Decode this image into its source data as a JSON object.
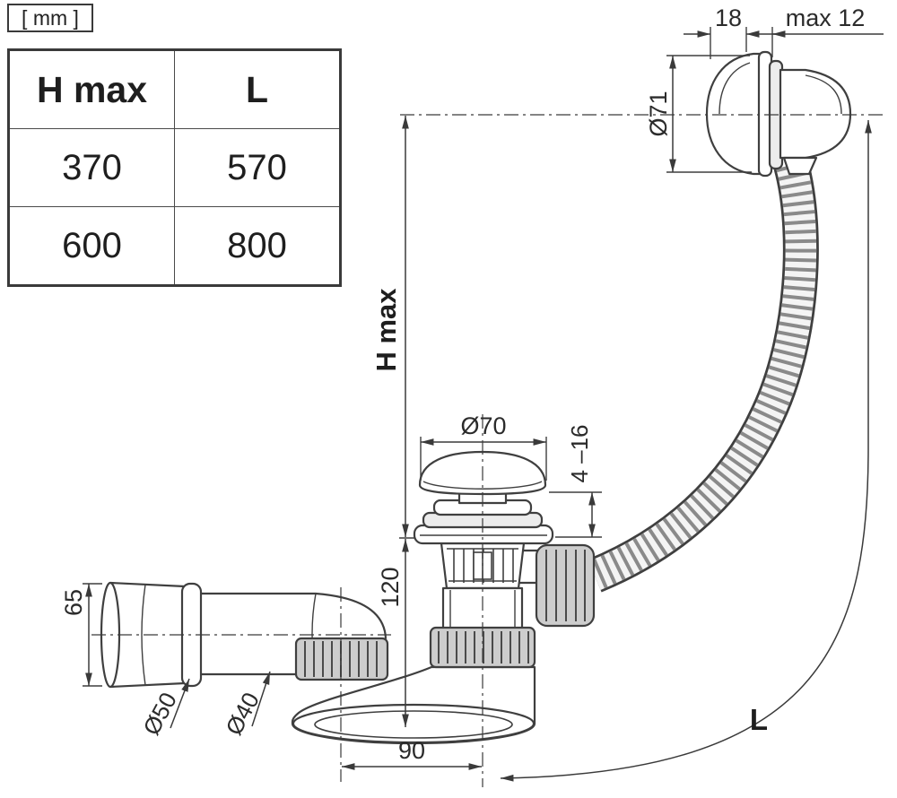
{
  "units_label": "[ mm ]",
  "table": {
    "headers": [
      "H max",
      "L"
    ],
    "rows": [
      [
        "370",
        "570"
      ],
      [
        "600",
        "800"
      ]
    ]
  },
  "dims": {
    "top_width": "18",
    "top_max": "max 12",
    "overflow_dia": "Ø71",
    "h_max": "H max",
    "body_height": "120",
    "cap_dia": "Ø70",
    "cap_travel": "4 –16",
    "outlet_height": "65",
    "outlet_dia_large": "Ø50",
    "outlet_dia_small": "Ø40",
    "center_distance": "90",
    "hose_length": "L"
  },
  "colors": {
    "line": "#3f3f3f",
    "metal_fill": "#cdcdcd",
    "hose_rib": "#8a8a8a"
  }
}
